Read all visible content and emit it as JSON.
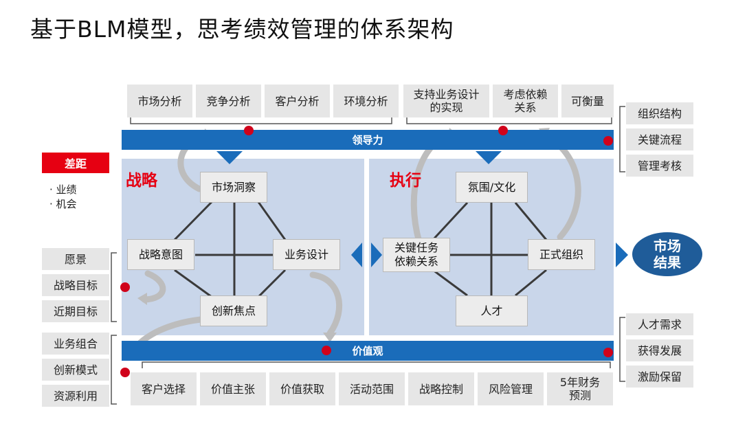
{
  "title": "基于BLM模型，思考绩效管理的体系架构",
  "top_left_boxes": [
    "市场分析",
    "竞争分析",
    "客户分析",
    "环境分析"
  ],
  "top_right_boxes": [
    "支持业务设计\n的实现",
    "考虑依赖\n关系",
    "可衡量"
  ],
  "leadership_bar": "领导力",
  "values_bar": "价值观",
  "strategy_label": "战略",
  "execution_label": "执行",
  "strategy_nodes": {
    "top": "市场洞察",
    "left": "战略意图",
    "right": "业务设计",
    "bottom": "创新焦点"
  },
  "execution_nodes": {
    "top": "氛围/文化",
    "left": "关键任务\n依赖关系",
    "right": "正式组织",
    "bottom": "人才"
  },
  "gap": {
    "label": "差距",
    "items": [
      "· 业绩",
      "· 机会"
    ]
  },
  "left_group_1": [
    "愿景",
    "战略目标",
    "近期目标"
  ],
  "left_group_2": [
    "业务组合",
    "创新模式",
    "资源利用"
  ],
  "right_group_1": [
    "组织结构",
    "关键流程",
    "管理考核"
  ],
  "right_group_2": [
    "人才需求",
    "获得发展",
    "激励保留"
  ],
  "bottom_boxes": [
    "客户选择",
    "价值主张",
    "价值获取",
    "活动范围",
    "战略控制",
    "风险管理",
    "5年财务\n预测"
  ],
  "market_result": {
    "line1": "市场",
    "line2": "结果"
  },
  "colors": {
    "bar": "#1a6cba",
    "panel": "#c9d6ea",
    "red": "#e60012",
    "result": "#1f5c99",
    "gray_box": "#e6e6e6"
  }
}
